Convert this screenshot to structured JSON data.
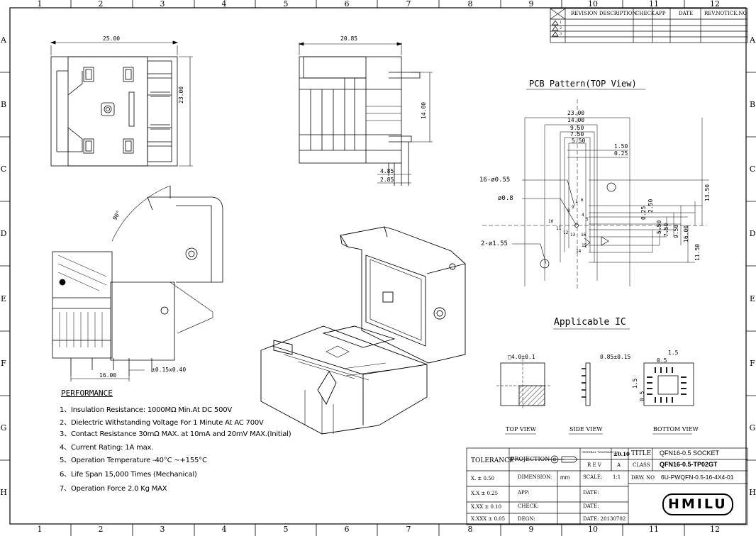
{
  "zones": {
    "columns": [
      "1",
      "2",
      "3",
      "4",
      "5",
      "6",
      "7",
      "8",
      "9",
      "10",
      "11",
      "12"
    ],
    "rows": [
      "A",
      "B",
      "C",
      "D",
      "E",
      "F",
      "G",
      "H"
    ]
  },
  "revision_table": {
    "headers": [
      "REVISION DESCRIPTION",
      "CHECK",
      "APP",
      "DATE",
      "REV.NOTICE.NO"
    ],
    "rows": [
      "1",
      "2",
      "3"
    ]
  },
  "top_view_dims": {
    "width": "25.00",
    "height": "23.00",
    "lead": "16.00",
    "pitch": "±0.15x0.40"
  },
  "side_view_dims": {
    "width": "20.85",
    "height": "14.00",
    "d1": "4.85",
    "d2": "2.85"
  },
  "open_view": {
    "angle": "90°"
  },
  "pcb_pattern": {
    "title": "PCB Pattern(TOP View)",
    "h_dims": [
      "23.00",
      "14.00",
      "9.50",
      "7.50",
      "5.50",
      "1.50",
      "0.25"
    ],
    "v_dims": [
      "13.50",
      "0.25",
      "2.50",
      "5.50",
      "7.50",
      "9.50",
      "16.00",
      "11.50"
    ],
    "callouts": [
      "16-ø0.55",
      "ø0.8",
      "2-ø1.55"
    ],
    "pins": [
      "1",
      "4",
      "5",
      "6",
      "8",
      "9",
      "10",
      "11",
      "12",
      "13",
      "14",
      "15",
      "16"
    ]
  },
  "applicable_ic": {
    "title": "Applicable IC",
    "body_dim": "□4.0±0.1",
    "thickness": "0.85±0.15",
    "b1": "1.5",
    "b2": "0.5",
    "b3": "1.5",
    "b4": "0.5",
    "views": [
      "TOP VIEW",
      "SIDE VIEW",
      "BOTTOM VIEW"
    ]
  },
  "performance": {
    "title": "PERFORMANCE",
    "items": [
      "1、Insulation Resistance: 1000MΩ Min.At DC 500V",
      "2、Dielectric Withstanding Voltage For 1 Minute At AC 700V",
      "3、Contact Resistance 30mΩ MAX. at 10mA and 20mV MAX.(Initial)",
      "4、Current Rating: 1A max.",
      "5、Operation Temperature -40°C ~+155°C",
      "6、Life Span 15,000 Times (Mechanical)",
      "7、Operation Force 2.0 Kg MAX"
    ]
  },
  "title_block": {
    "tolerance_label": "TOLERANCE",
    "tolerances": [
      "X.    ± 0.50",
      "X.X   ± 0.25",
      "X.XX  ± 0.10",
      "X.XXX ± 0.05"
    ],
    "projection": "PROJECTION",
    "general_tol": "GENERAL TOLERANCES",
    "general_tol_val": "±0.10",
    "rev_label": "R E V",
    "rev_val": "A",
    "dimension_label": "DIMENSION:",
    "dimension_unit": "mm",
    "scale_label": "SCALE:",
    "scale_val": "1:1",
    "app": "APP:",
    "check": "CHECK:",
    "dsgn": "DEGN:",
    "date1": "DATE:",
    "date2": "DATE:",
    "date3": "DATE:  20130702",
    "title_label": "TITLE",
    "title": "QFN16-0.5 SOCKET",
    "class_label": "CLASS",
    "class": "QFN16-0.5-TP02GT",
    "dwg_label": "DRW. NO",
    "dwg_no": "6U-PWQFN-0.5-16-4X4-01",
    "logo": "HMILU"
  }
}
